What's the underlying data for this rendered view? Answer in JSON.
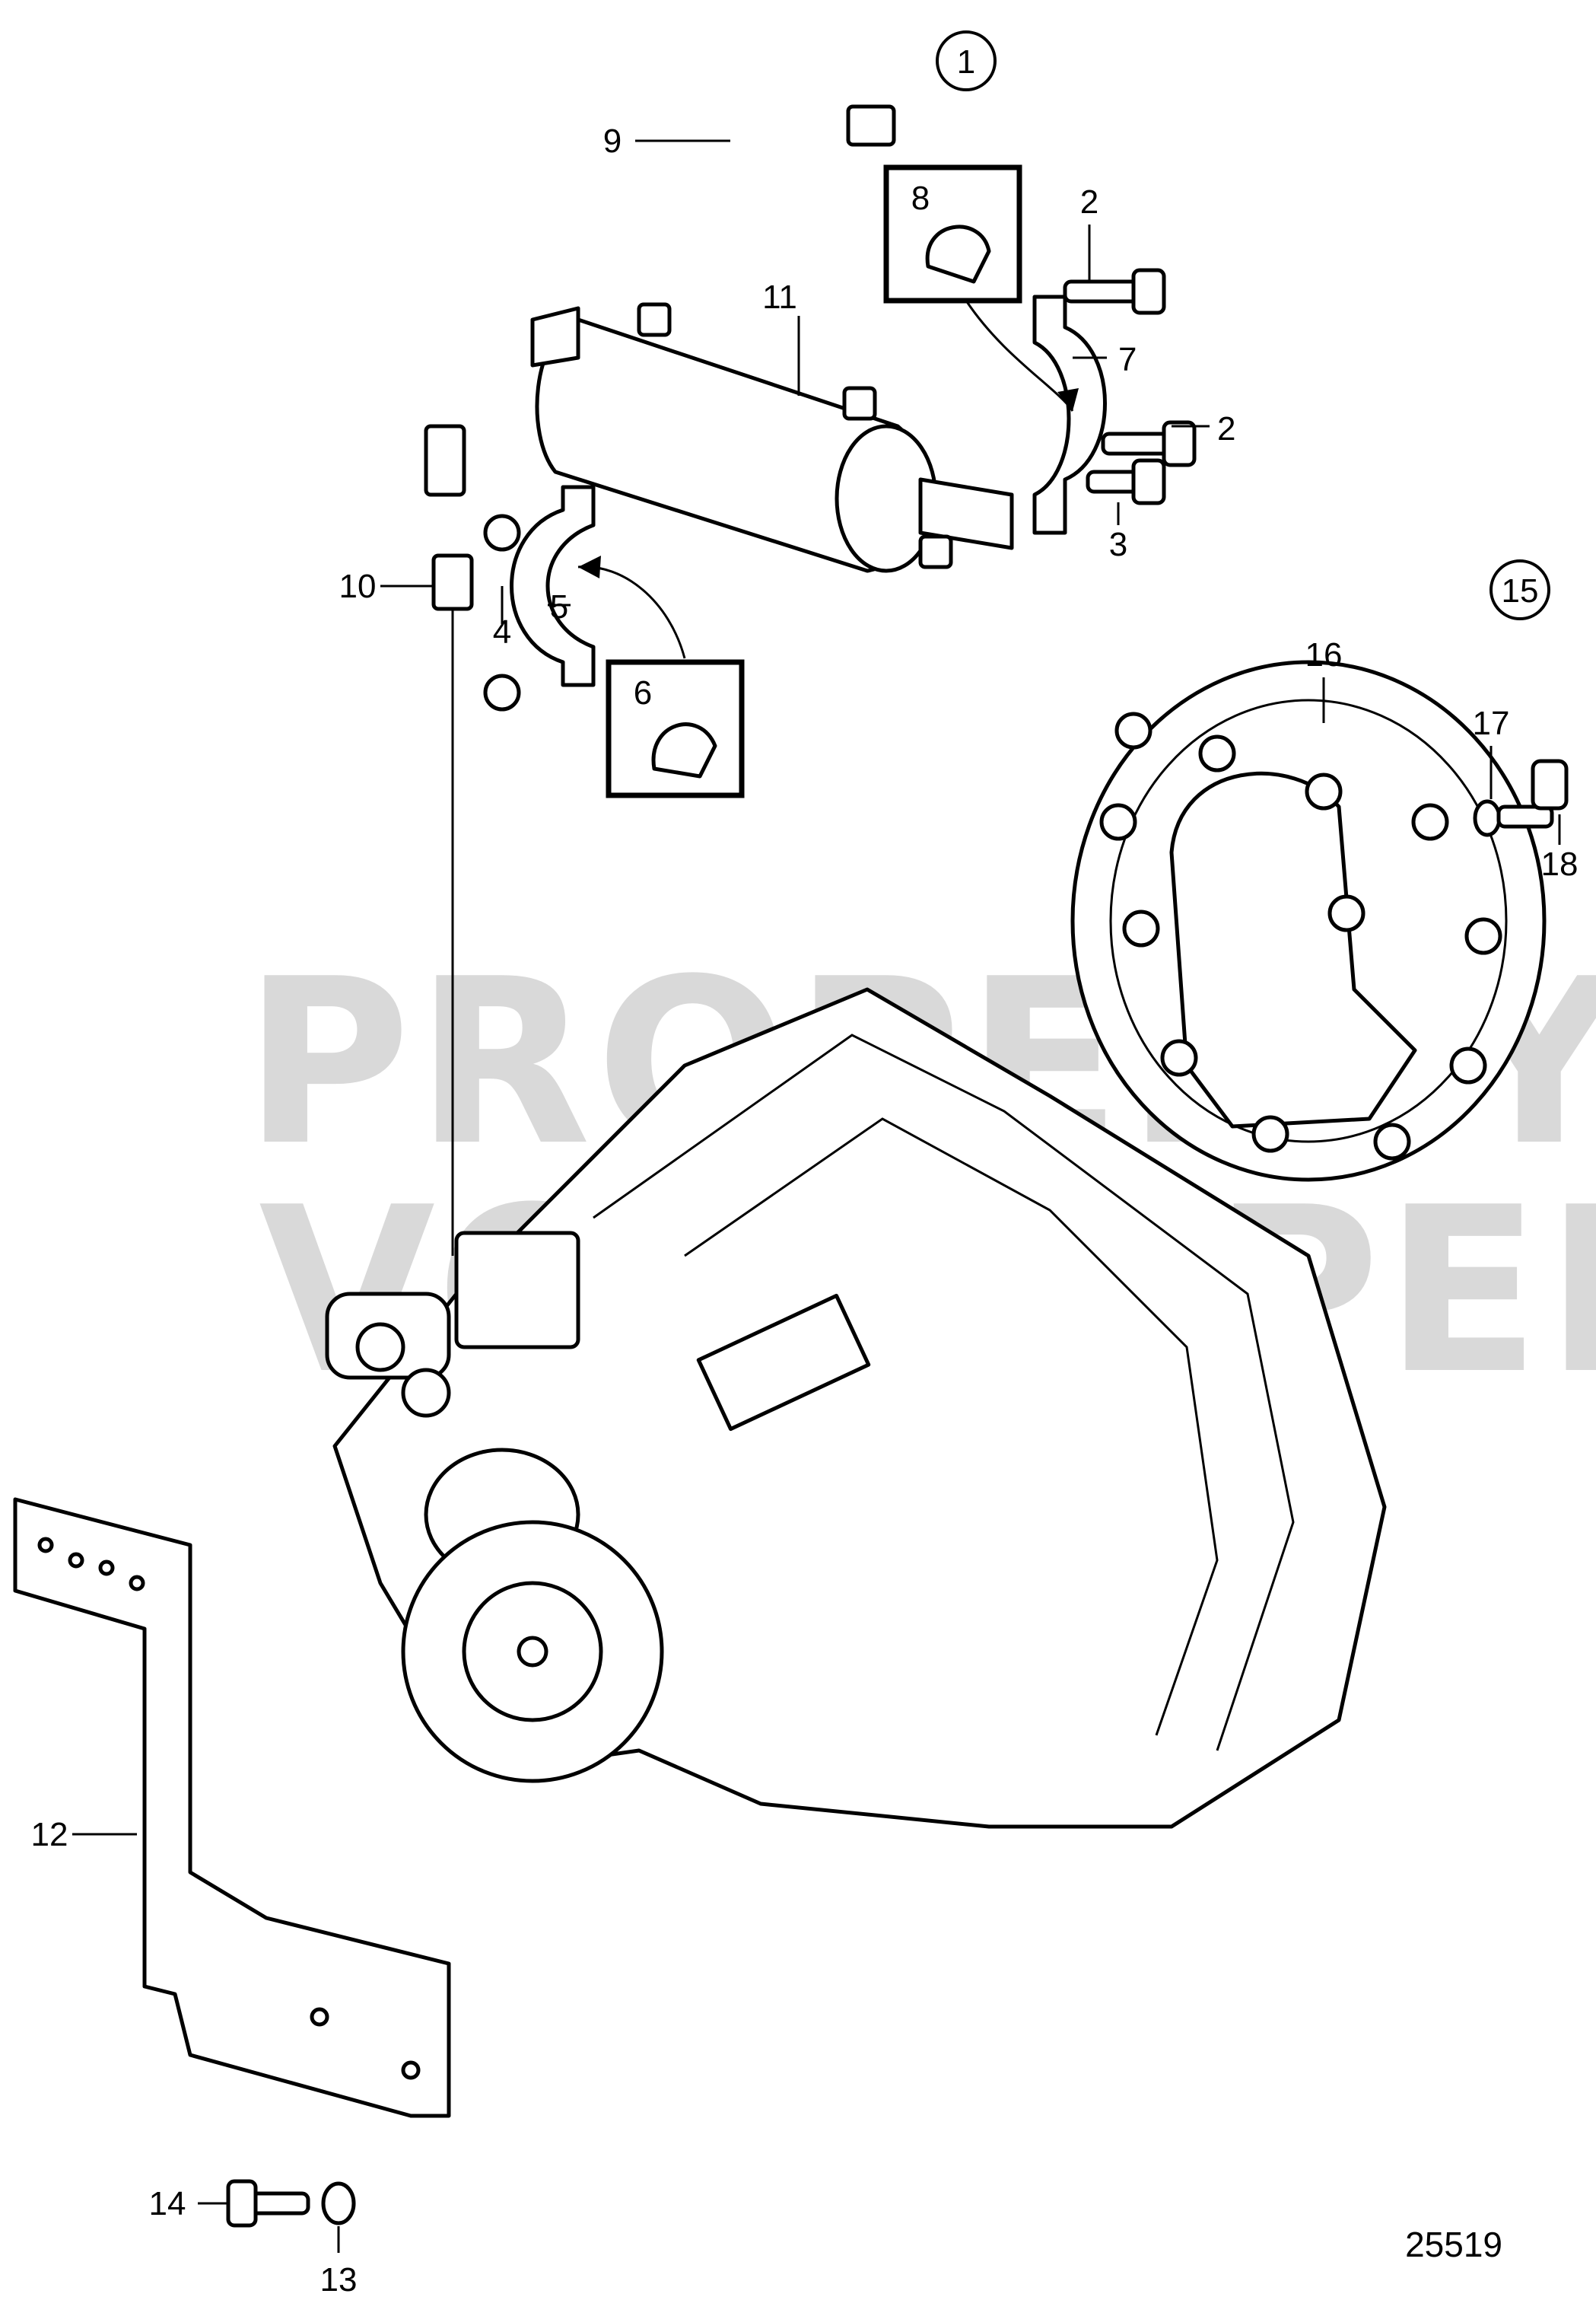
{
  "watermark": {
    "line1": "PROPERTY OF",
    "line2": "VOLVO PENTA"
  },
  "reference_number": "25519",
  "group_markers": {
    "group_1": "1",
    "group_15": "15"
  },
  "callouts": {
    "c2a": "2",
    "c2b": "2",
    "c3": "3",
    "c4": "4",
    "c5": "5",
    "c6": "6",
    "c7": "7",
    "c8": "8",
    "c9": "9",
    "c10": "10",
    "c11": "11",
    "c12": "12",
    "c13": "13",
    "c14": "14",
    "c16": "16",
    "c17": "17",
    "c18": "18"
  }
}
